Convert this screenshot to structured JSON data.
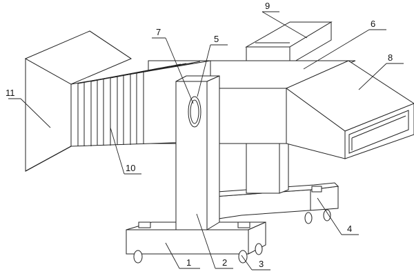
{
  "labels": {
    "l1": "1",
    "l2": "2",
    "l3": "3",
    "l4": "4",
    "l5": "5",
    "l6": "6",
    "l7": "7",
    "l8": "8",
    "l9": "9",
    "l10": "10",
    "l11": "11"
  },
  "colors": {
    "line": "#222222",
    "background": "#ffffff"
  }
}
